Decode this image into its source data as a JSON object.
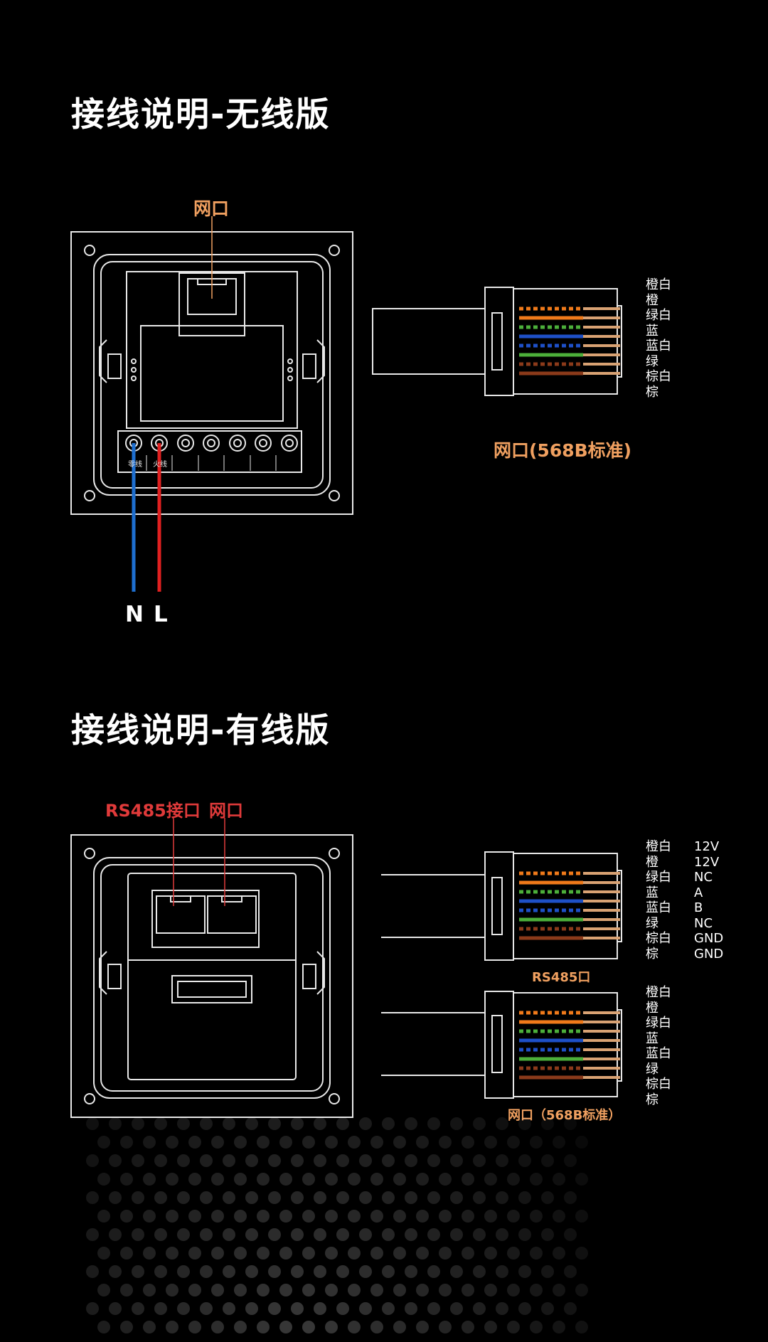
{
  "section1": {
    "title": "接线说明-无线版",
    "port_label": "网口",
    "terminal_labels": [
      "零线",
      "火线"
    ],
    "wire_labels": [
      "N",
      "L"
    ],
    "connector_label": "网口(568B标准)",
    "pinout": [
      "橙白",
      "橙",
      "绿白",
      "蓝",
      "蓝白",
      "绿",
      "棕白",
      "棕"
    ]
  },
  "section2": {
    "title": "接线说明-有线版",
    "rs485_label": "RS485接口",
    "port_label": "网口",
    "rs485_connector_label": "RS485口",
    "net_connector_label": "网口（568B标准）",
    "rs485_pinout": [
      "橙白",
      "橙",
      "绿白",
      "蓝",
      "蓝白",
      "绿",
      "棕白",
      "棕"
    ],
    "rs485_functions": [
      "12V",
      "12V",
      "NC",
      "A",
      "B",
      "NC",
      "GND",
      "GND"
    ],
    "net_pinout": [
      "橙白",
      "橙",
      "绿白",
      "蓝",
      "蓝白",
      "绿",
      "棕白",
      "棕"
    ]
  },
  "colors": {
    "orange_label": "#f0a060",
    "red_label": "#e03a3a",
    "line_color": "#e8e8e8",
    "wire_blue": "#1e6fd0",
    "wire_red": "#e02020",
    "rj45_orange": "#f07a1a",
    "rj45_green": "#4caf3a",
    "rj45_blue": "#1e50c8",
    "rj45_brown": "#8b3a1a",
    "rj45_tan": "#d9a273"
  }
}
